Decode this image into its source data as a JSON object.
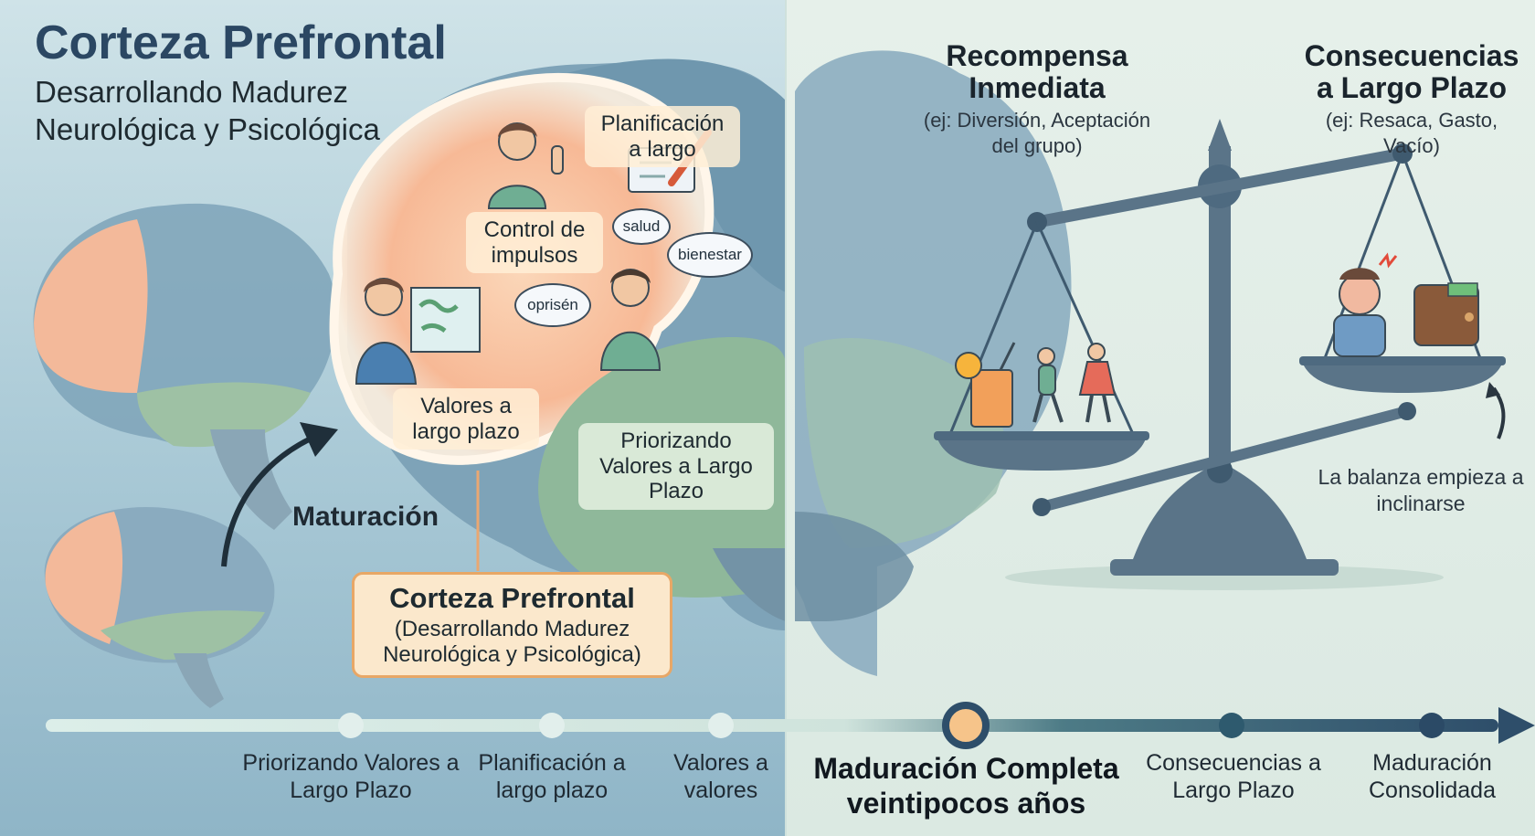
{
  "header": {
    "title": "Corteza Prefrontal",
    "subtitle": "Desarrollando Madurez Neurológica y Psicológica"
  },
  "left": {
    "labels": {
      "planning": "Planificación a largo",
      "impulse": "Control de impulsos",
      "values": "Valores a largo plazo",
      "prioritizing": "Priorizando Valores a Largo Plazo",
      "maturation": "Maturación"
    },
    "bubbles": {
      "health": "salud",
      "wellbeing": "bienestar",
      "pressure": "oprisén"
    },
    "prefrontal_box": {
      "title": "Corteza Prefrontal",
      "subtitle": "(Desarrollando Madurez Neurológica y Psicológica)"
    }
  },
  "right": {
    "reward": {
      "title": "Recompensa Inmediata",
      "example": "(ej: Diversión, Aceptación del grupo)"
    },
    "consequences": {
      "title": "Consecuencias a Largo Plazo",
      "example": "(ej: Resaca, Gasto, Vacío)"
    },
    "note": "La balanza empieza a inclinarse"
  },
  "timeline": {
    "items": [
      {
        "label": "Priorizando Valores a Largo Plazo"
      },
      {
        "label": "Planificación a largo plazo"
      },
      {
        "label": "Valores a valores"
      },
      {
        "label": "Maduración Completa veintipocos años"
      },
      {
        "label": "Consecuencias a Largo Plazo"
      },
      {
        "label": "Maduración Consolidada"
      }
    ]
  },
  "colors": {
    "title_blue": "#2b4763",
    "prefrontal_orange": "#f7b58b",
    "brain_green": "#8fb89a",
    "brain_blue": "#7ea3b8",
    "scale_steel": "#5a7488",
    "timeline_dark": "#2e4e6a",
    "highlight_dot": "#f6c48a"
  }
}
